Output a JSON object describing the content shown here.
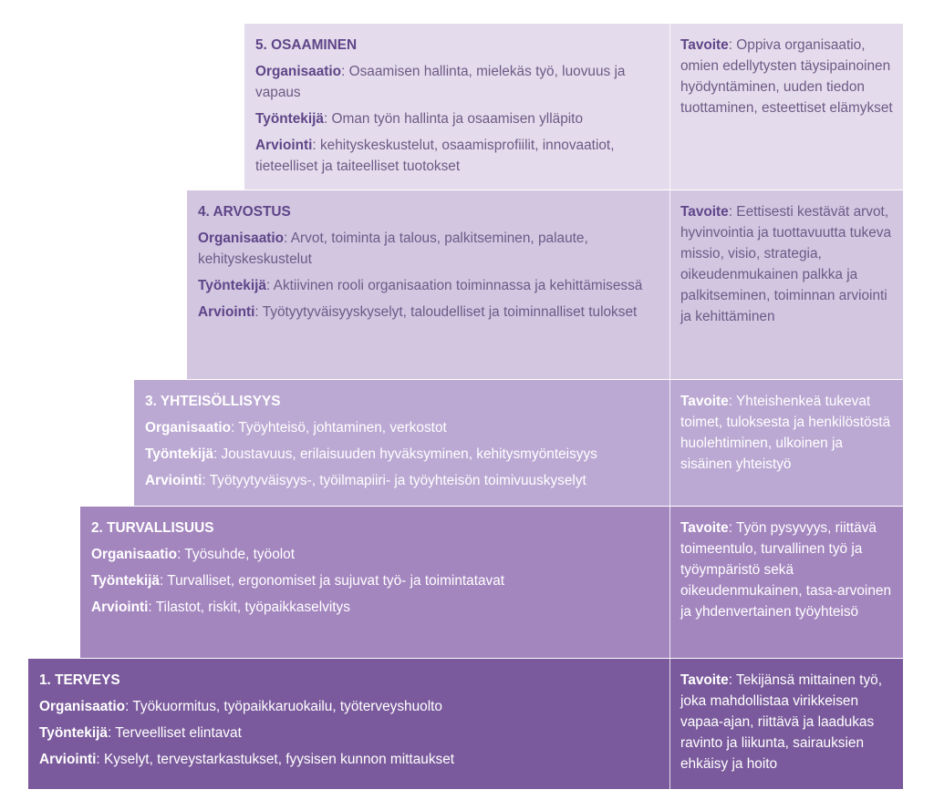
{
  "levels": {
    "l5": {
      "title": "5. OSAAMINEN",
      "rows": [
        {
          "label": "Organisaatio",
          "text": ": Osaamisen hallinta, mielekäs työ, luovuus ja vapaus"
        },
        {
          "label": "Työntekijä",
          "text": ": Oman työn hallinta ja osaamisen ylläpito"
        },
        {
          "label": "Arviointi",
          "text": ": kehityskeskustelut, osaamisprofiilit, innovaatiot, tieteelliset ja taiteelliset tuotokset"
        }
      ],
      "goal_label": "Tavoite",
      "goal_text": ": Oppiva organisaatio, omien edellytysten täysipainoinen hyödyntäminen, uuden tiedon tuottaminen, esteettiset elämykset"
    },
    "l4": {
      "title": "4. ARVOSTUS",
      "rows": [
        {
          "label": "Organisaatio",
          "text": ": Arvot, toiminta ja talous, palkitseminen, palaute, kehityskeskustelut"
        },
        {
          "label": "Työntekijä",
          "text": ": Aktiivinen rooli organisaation toiminnassa ja kehittämisessä"
        },
        {
          "label": "Arviointi",
          "text": ": Työtyytyväisyyskyselyt, taloudelliset ja toiminnalliset tulokset"
        }
      ],
      "goal_label": "Tavoite",
      "goal_text": ": Eettisesti kestävät arvot, hyvinvointia ja tuottavuutta tukeva missio, visio, strategia, oikeudenmukainen palkka ja palkitseminen, toiminnan arviointi ja kehittäminen"
    },
    "l3": {
      "title": "3. YHTEISÖLLISYYS",
      "rows": [
        {
          "label": "Organisaatio",
          "text": ": Työyhteisö, johtaminen, verkostot"
        },
        {
          "label": "Työntekijä",
          "text": ": Joustavuus, erilaisuuden hyväksyminen, kehitysmyönteisyys"
        },
        {
          "label": "Arviointi",
          "text": ": Työtyytyväisyys-, työilmapiiri- ja työyhteisön toimivuuskyselyt"
        }
      ],
      "goal_label": "Tavoite",
      "goal_text": ": Yhteishenkeä tukevat toimet, tuloksesta ja henkilöstöstä huolehtiminen, ulkoinen ja sisäinen yhteistyö"
    },
    "l2": {
      "title": "2. TURVALLISUUS",
      "rows": [
        {
          "label": "Organisaatio",
          "text": ": Työsuhde, työolot"
        },
        {
          "label": "Työntekijä",
          "text": ": Turvalliset, ergonomiset ja sujuvat työ- ja toimintatavat"
        },
        {
          "label": "Arviointi",
          "text": ": Tilastot, riskit, työpaikkaselvitys"
        }
      ],
      "goal_label": "Tavoite",
      "goal_text": ": Työn pysyvyys, riittävä toimeentulo, turvallinen työ ja työympäristö sekä oikeudenmukainen, tasa-arvoinen ja yhdenvertainen työyhteisö"
    },
    "l1": {
      "title": "1. TERVEYS",
      "rows": [
        {
          "label": "Organisaatio",
          "text": ": Työkuormitus, työpaikkaruokailu, työterveyshuolto"
        },
        {
          "label": "Työntekijä",
          "text": ": Terveelliset elintavat"
        },
        {
          "label": "Arviointi",
          "text": ": Kyselyt, terveystarkastukset, fyysisen kunnon mittaukset"
        }
      ],
      "goal_label": "Tavoite",
      "goal_text": ": Tekijänsä mittainen työ, joka mahdollistaa virikkeisen vapaa-ajan, riittävä ja laadukas ravinto ja liikunta, sairauksien ehkäisy ja hoito"
    }
  },
  "colors": {
    "level5": "#e4dcec",
    "level4": "#d2c6e1",
    "level3": "#bba9d3",
    "level2": "#a486bf",
    "level1": "#7a5a9c",
    "label_dark": "#5f4588"
  }
}
